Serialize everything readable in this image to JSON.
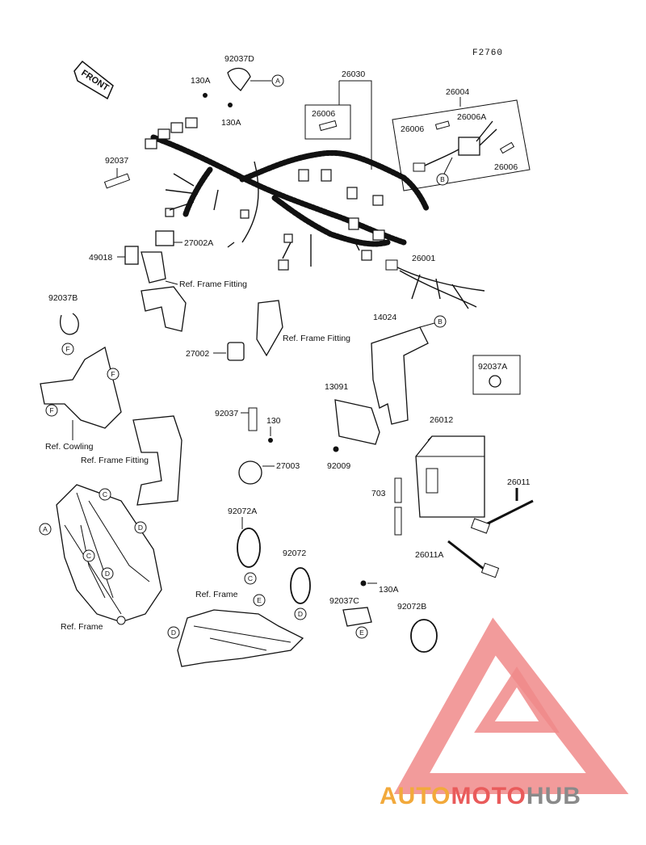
{
  "diagram": {
    "figure_code": "F2760",
    "front_label": "FRONT",
    "parts": {
      "p92037D": "92037D",
      "p130A_1": "130A",
      "p130A_2": "130A",
      "p26030": "26030",
      "p26006_box": "26006",
      "p26004": "26004",
      "p26006A": "26006A",
      "p26006_left": "26006",
      "p26006_right": "26006",
      "p92037": "92037",
      "p27002A": "27002A",
      "p49018": "49018",
      "p26001": "26001",
      "p92037B": "92037B",
      "p14024": "14024",
      "p92037A": "92037A",
      "p27002": "27002",
      "p13091": "13091",
      "p92037_mid": "92037",
      "p130": "130",
      "p27003": "27003",
      "p26012": "26012",
      "p92009": "92009",
      "p703": "703",
      "p26011": "26011",
      "p26011A": "26011A",
      "p92072A": "92072A",
      "p92072": "92072",
      "p130A_3": "130A",
      "p92037C": "92037C",
      "p92072B": "92072B"
    },
    "refs": {
      "frame_fitting_1": "Ref. Frame Fitting",
      "frame_fitting_2": "Ref. Frame Fitting",
      "frame_fitting_3": "Ref. Frame Fitting",
      "cowling": "Ref. Cowling",
      "frame": "Ref. Frame",
      "frame_2": "Ref. Frame"
    },
    "callouts": {
      "A": "A",
      "B": "B",
      "C": "C",
      "D": "D",
      "E": "E",
      "F": "F"
    }
  },
  "watermark": {
    "brand_part1": "AUTO",
    "brand_part2": "MOTO",
    "brand_part3": "HUB",
    "colors": {
      "orange": "#f2a93b",
      "red": "#e95b5b",
      "gray": "#8a8a8a",
      "triangle": "#f08a8a"
    }
  }
}
